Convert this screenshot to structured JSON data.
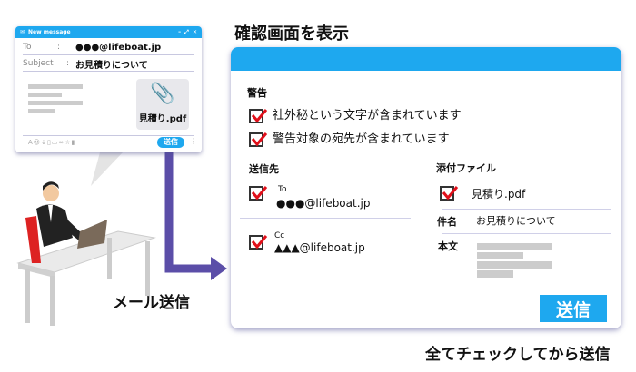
{
  "captions": {
    "confirm_title": "確認画面を表示",
    "mail_send": "メール送信",
    "check_then_send": "全てチェックしてから送信"
  },
  "mail_window": {
    "title": "New message",
    "to_label": "To",
    "to_sep": ":",
    "to_value": "●●●@lifeboat.jp",
    "subject_label": "Subject",
    "subject_sep": ":",
    "subject_value": "お見積りについて",
    "attachment_name": "見積り.pdf",
    "send_label": "送信"
  },
  "confirm_panel": {
    "warning_heading": "警告",
    "warnings": [
      "社外秘という文字が含まれています",
      "警告対象の宛先が含まれています"
    ],
    "recipients_heading": "送信先",
    "recipients": [
      {
        "type": "To",
        "address": "●●●@lifeboat.jp"
      },
      {
        "type": "Cc",
        "address": "▲▲▲@lifeboat.jp"
      }
    ],
    "attachments_heading": "添付ファイル",
    "attachment": "見積り.pdf",
    "subject_label": "件名",
    "subject_value": "お見積りについて",
    "body_label": "本文",
    "send_label": "送信"
  },
  "colors": {
    "accent": "#1ea8ef",
    "arrow": "#5b4ea8",
    "check": "#e0101a"
  }
}
